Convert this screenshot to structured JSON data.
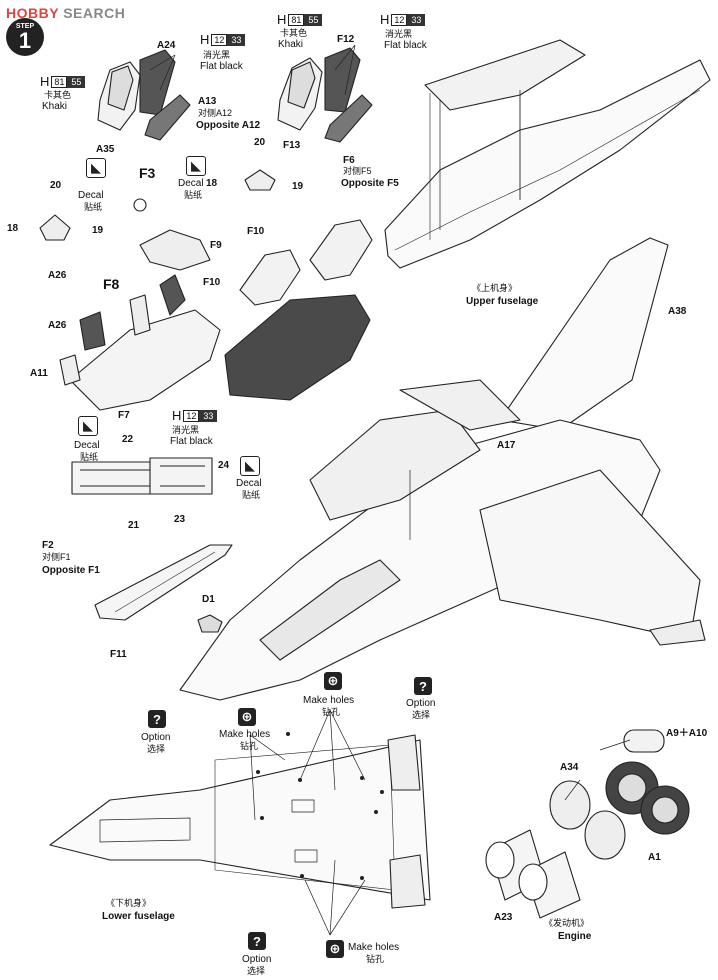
{
  "header": {
    "logo_brand": "HOBBY",
    "logo_rest": " SEARCH",
    "step_word": "STEP",
    "step_number": "1"
  },
  "paints": {
    "khaki_code1": "81",
    "khaki_code2": "55",
    "flat_code1": "12",
    "flat_code2": "33",
    "khaki_cn": "卡其色",
    "khaki_en": "Khaki",
    "flat_cn": "消光黑",
    "flat_en": "Flat black",
    "h": "H"
  },
  "parts": {
    "a24": "A24",
    "a13": "A13",
    "a35": "A35",
    "f12": "F12",
    "f13": "F13",
    "f6": "F6",
    "a12": "对侧A12",
    "a12en": "Opposite A12",
    "f5": "对侧F5",
    "f5en": "Opposite F5",
    "n20a": "20",
    "n18a": "18",
    "n19a": "19",
    "f10a": "F10",
    "n20b": "20",
    "n18b": "18",
    "n19b": "19",
    "a26a": "A26",
    "f3": "F3",
    "f9": "F9",
    "f8": "F8",
    "f10b": "F10",
    "a26b": "A26",
    "a11": "A11",
    "f7": "F7",
    "n22": "22",
    "n24": "24",
    "n21": "21",
    "n23": "23",
    "f2": "F2",
    "f1": "对侧F1",
    "f1en": "Opposite F1",
    "f11": "F11",
    "d1": "D1",
    "a38": "A38",
    "a17": "A17",
    "a9a10": "A9＋A10",
    "a34": "A34",
    "a1": "A1",
    "a23": "A23"
  },
  "labels": {
    "decal_en": "Decal",
    "decal_cn": "贴纸",
    "upper_cn": "《上机身》",
    "upper_en": "Upper fuselage",
    "lower_cn": "《下机身》",
    "lower_en": "Lower fuselage",
    "engine_cn": "《发动机》",
    "engine_en": "Engine",
    "holes_en": "Make holes",
    "holes_cn": "钻孔",
    "option_en": "Option",
    "option_cn": "选择",
    "q": "?"
  }
}
